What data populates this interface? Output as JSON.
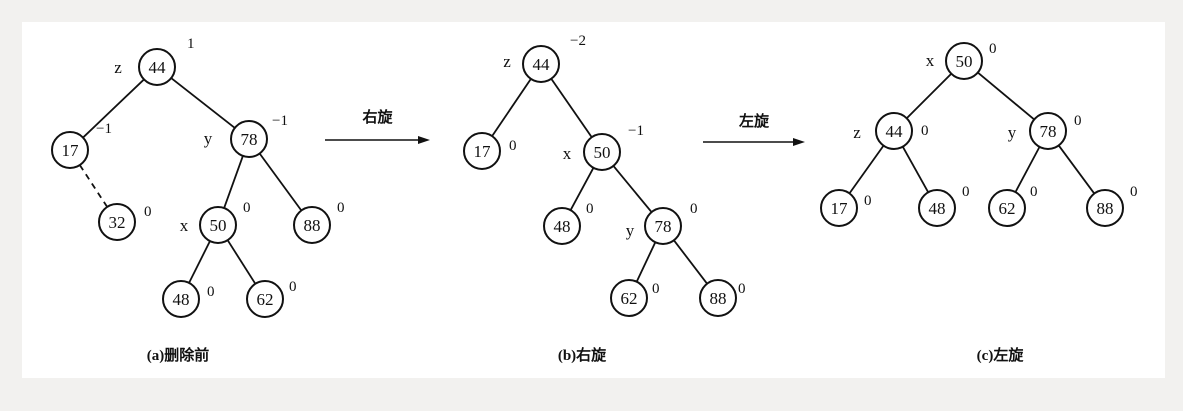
{
  "panels": [
    {
      "caption": "(a)删除前",
      "nodes": [
        {
          "id": "44",
          "tag": "z",
          "bf": "1"
        },
        {
          "id": "17",
          "tag": "",
          "bf": "−1"
        },
        {
          "id": "78",
          "tag": "y",
          "bf": "−1"
        },
        {
          "id": "32",
          "tag": "",
          "bf": "0"
        },
        {
          "id": "50",
          "tag": "x",
          "bf": "0"
        },
        {
          "id": "88",
          "tag": "",
          "bf": "0"
        },
        {
          "id": "48",
          "tag": "",
          "bf": "0"
        },
        {
          "id": "62",
          "tag": "",
          "bf": "0"
        }
      ],
      "edges": [
        [
          "44",
          "17"
        ],
        [
          "44",
          "78"
        ],
        [
          "17",
          "32",
          "dashed"
        ],
        [
          "78",
          "50"
        ],
        [
          "78",
          "88"
        ],
        [
          "50",
          "48"
        ],
        [
          "50",
          "62"
        ]
      ]
    },
    {
      "caption": "(b)右旋",
      "nodes": [
        {
          "id": "44",
          "tag": "z",
          "bf": "−2"
        },
        {
          "id": "17",
          "tag": "",
          "bf": "0"
        },
        {
          "id": "50",
          "tag": "x",
          "bf": "−1"
        },
        {
          "id": "48",
          "tag": "",
          "bf": "0"
        },
        {
          "id": "78",
          "tag": "y",
          "bf": "0"
        },
        {
          "id": "62",
          "tag": "",
          "bf": "0"
        },
        {
          "id": "88",
          "tag": "",
          "bf": "0"
        }
      ],
      "edges": [
        [
          "44",
          "17"
        ],
        [
          "44",
          "50"
        ],
        [
          "50",
          "48"
        ],
        [
          "50",
          "78"
        ],
        [
          "78",
          "62"
        ],
        [
          "78",
          "88"
        ]
      ]
    },
    {
      "caption": "(c)左旋",
      "nodes": [
        {
          "id": "50",
          "tag": "x",
          "bf": "0"
        },
        {
          "id": "44",
          "tag": "z",
          "bf": "0"
        },
        {
          "id": "78",
          "tag": "y",
          "bf": "0"
        },
        {
          "id": "17",
          "tag": "",
          "bf": "0"
        },
        {
          "id": "48",
          "tag": "",
          "bf": "0"
        },
        {
          "id": "62",
          "tag": "",
          "bf": "0"
        },
        {
          "id": "88",
          "tag": "",
          "bf": "0"
        }
      ],
      "edges": [
        [
          "50",
          "44"
        ],
        [
          "50",
          "78"
        ],
        [
          "44",
          "17"
        ],
        [
          "44",
          "48"
        ],
        [
          "78",
          "62"
        ],
        [
          "78",
          "88"
        ]
      ]
    }
  ],
  "arrows": [
    {
      "label": "右旋"
    },
    {
      "label": "左旋"
    }
  ]
}
